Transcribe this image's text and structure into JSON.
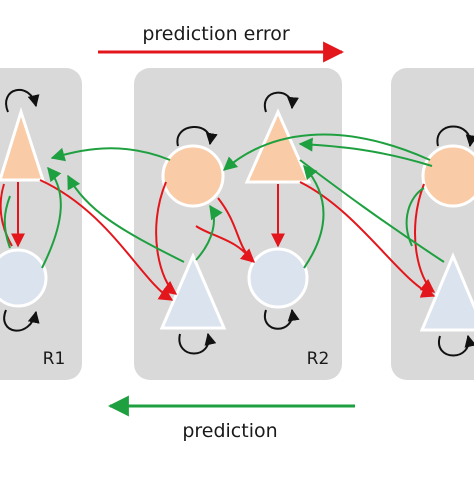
{
  "top_label": "prediction error",
  "bottom_label": "prediction",
  "regions": [
    {
      "id": "R1",
      "label": "R1"
    },
    {
      "id": "R2",
      "label": "R2"
    },
    {
      "id": "R3",
      "label": ""
    }
  ],
  "colors": {
    "panel": "#d9d9d9",
    "orange_node": "#f9cba6",
    "blue_node": "#dbe3ef",
    "error_arrow": "#e3161c",
    "prediction_arrow": "#1fa040",
    "self_loop": "#111111"
  },
  "legend": {
    "error_arrow_icon": "red-right-arrow",
    "prediction_arrow_icon": "green-left-arrow"
  }
}
